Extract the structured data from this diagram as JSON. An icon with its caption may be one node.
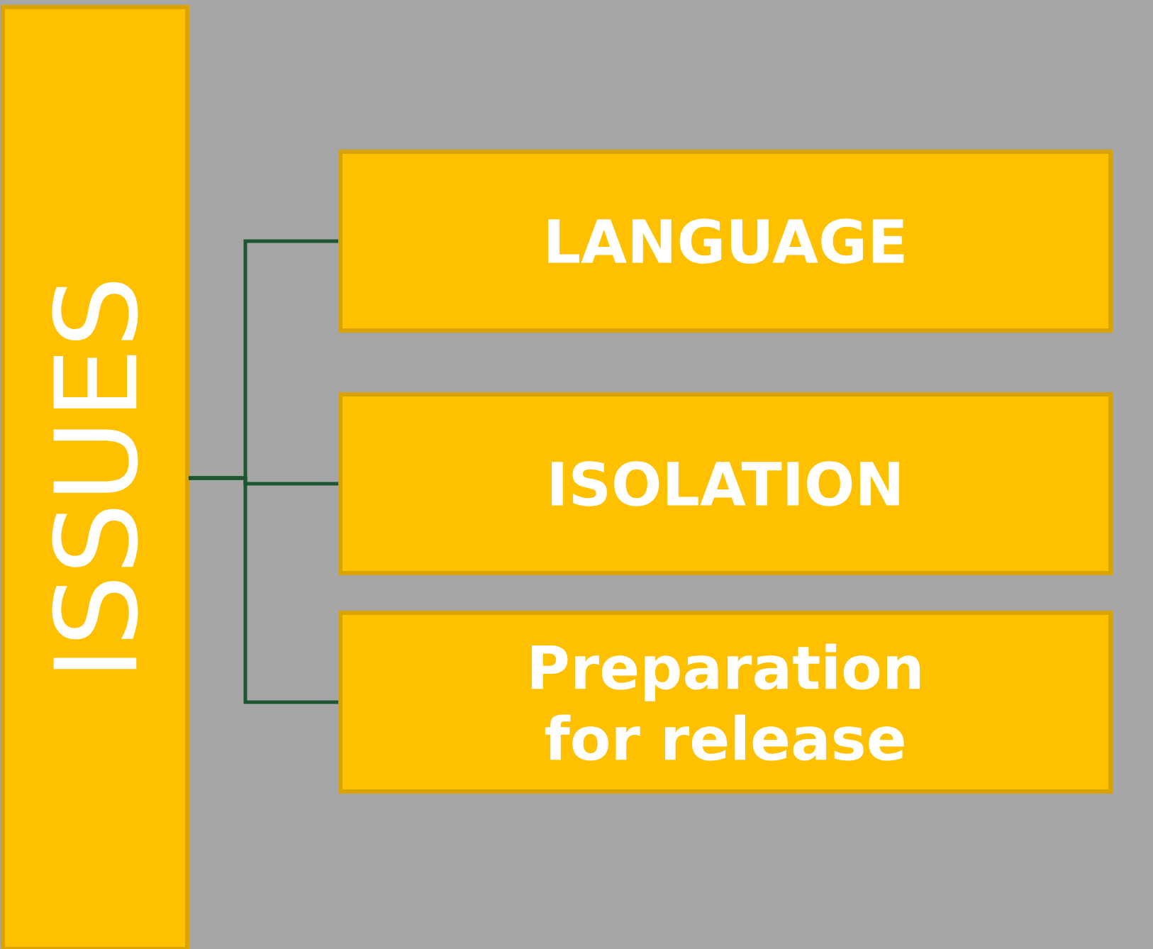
{
  "diagram": {
    "nodes": [
      {
        "text": [
          "ISSUES"
        ]
      },
      {
        "text": [
          "LANGUAGE"
        ]
      },
      {
        "text": [
          "ISOLATION"
        ]
      },
      {
        "text": [
          "Preparation for release"
        ]
      }
    ],
    "edges": [
      {
        "from": 0,
        "to": 1,
        "arrow": "none"
      },
      {
        "from": 0,
        "to": 2,
        "arrow": "none"
      },
      {
        "from": 0,
        "to": 3,
        "arrow": "none"
      }
    ]
  }
}
